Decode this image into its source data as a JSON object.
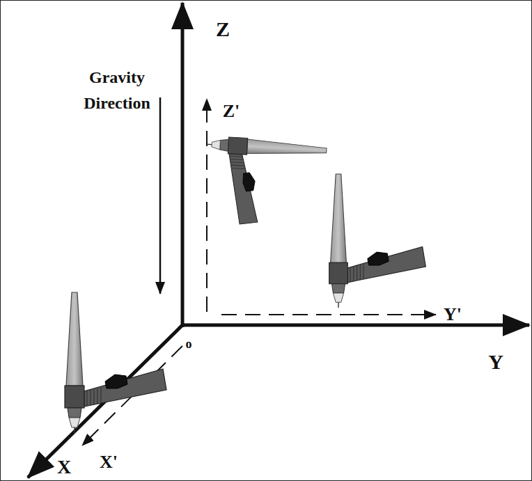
{
  "diagram": {
    "labels": [
      "Z",
      "Gravity Direction",
      "Z'",
      "Y'",
      "Y",
      "o",
      "X",
      "X'"
    ]
  }
}
